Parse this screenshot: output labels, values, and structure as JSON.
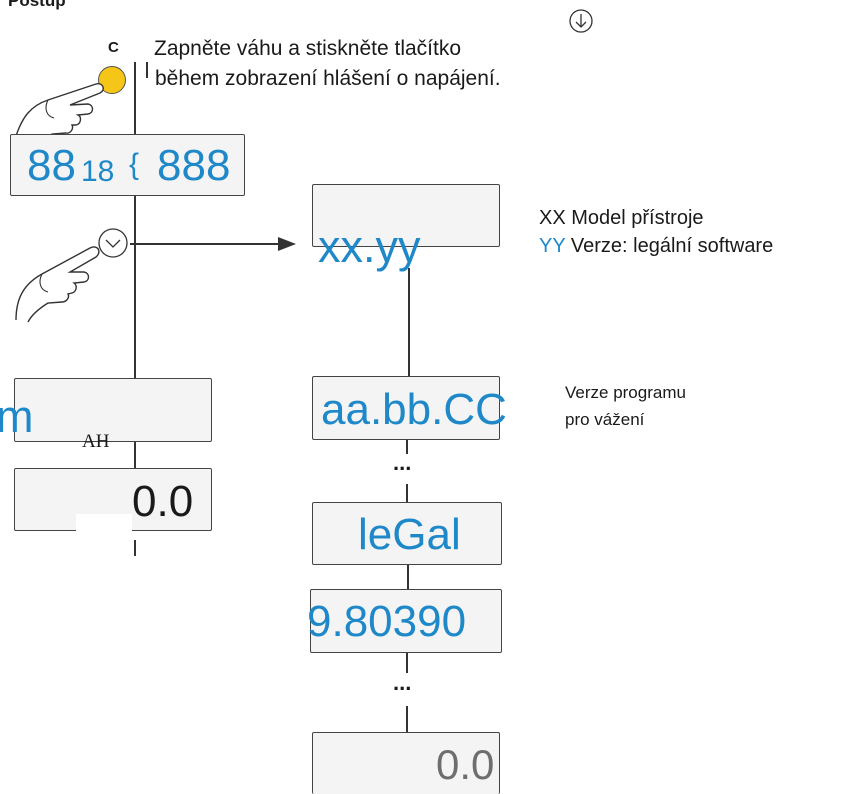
{
  "header": {
    "partial_title": "Postup"
  },
  "instruction": {
    "key_label": "C",
    "line1": "Zapněte váhu a stiskněte tlačítko",
    "line2": "během zobrazení hlášení o napájení."
  },
  "left_displays": {
    "startup_big": "88",
    "startup_small": "18",
    "startup_right": "888",
    "unit_symbol": "m",
    "mode_text": "AH",
    "zero_value": "0.0"
  },
  "flow": {
    "model_display": "xx.yy",
    "program_display": "aa.bb.CC",
    "ellipsis": "...",
    "legal_display": "leGal",
    "gravity_display": "9.80390",
    "final_display": "0.0"
  },
  "notes": {
    "model_xx": "XX Model přístroje",
    "model_yy_prefix": "YY",
    "model_yy_text": " Verze: legální software",
    "program_line1": "Verze programu",
    "program_line2": "pro vážení"
  },
  "colors": {
    "accent": "#1e88c8",
    "key_yellow": "#f5c518",
    "line": "#333333",
    "display_bg": "#f4f4f4"
  },
  "icons": [
    "hand-pointer-icon",
    "circle-key-icon",
    "arrow-down-circle-icon",
    "arrow-right-icon"
  ]
}
